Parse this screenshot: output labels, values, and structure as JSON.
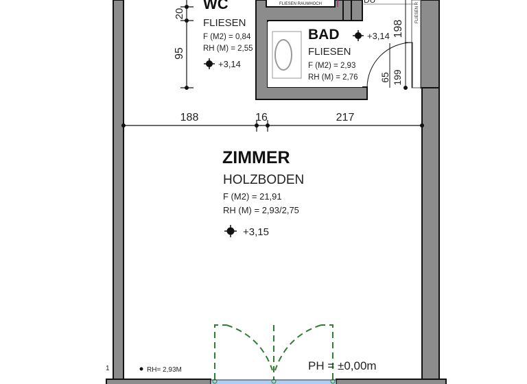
{
  "colors": {
    "wall": "#8c8c8c",
    "line": "#111111",
    "door_dashed": "#2e7d32",
    "window": "#aecdf2"
  },
  "wc": {
    "name": "WC",
    "floor": "FLIESEN",
    "area": "F (M2) = 0,84",
    "height": "RH (M) = 2,55",
    "level": "+3,14"
  },
  "bad": {
    "name": "BAD",
    "floor": "FLIESEN",
    "area": "F (M2) = 2,93",
    "height": "RH (M) = 2,76",
    "level": "+3,14",
    "tile_note": "FLIESEN RAUMHOCH",
    "shower": "DU",
    "side_note": "FLIESEN R"
  },
  "zimmer": {
    "name": "ZIMMER",
    "floor": "HOLZBODEN",
    "area": "F (M2) = 21,91",
    "height": "RH (M) = 2,93/2,75",
    "level": "+3,15"
  },
  "dimensions": {
    "h1": "188",
    "h2": "16",
    "h3": "217",
    "v_wc_top": "20",
    "v_wc": "95",
    "v_bad": "198",
    "door_width": "65",
    "door_height": "199"
  },
  "notes": {
    "room_height": "RH= 2,93M",
    "parapet": "PH = ±0,00m",
    "edge_mark": "1"
  }
}
